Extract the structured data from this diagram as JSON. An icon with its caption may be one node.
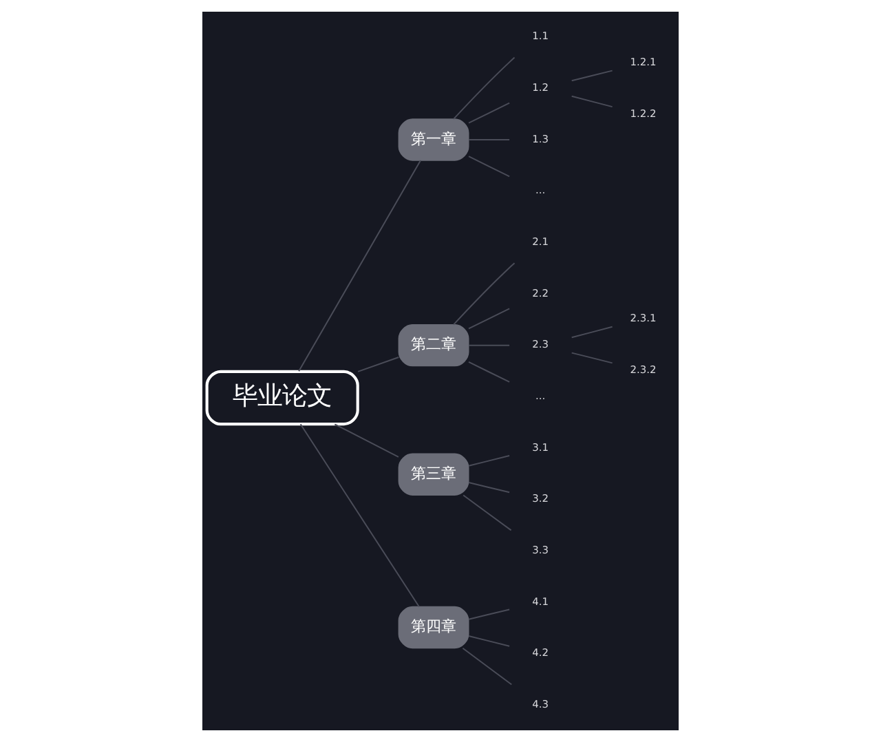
{
  "diagram": {
    "nodes": [
      {
        "text": [
          "毕业论文"
        ]
      },
      {
        "text": [
          "第一章"
        ]
      },
      {
        "text": [
          "1.1"
        ]
      },
      {
        "text": [
          "1.2"
        ]
      },
      {
        "text": [
          "1.2.1"
        ]
      },
      {
        "text": [
          "1.2.2"
        ]
      },
      {
        "text": [
          "1.3"
        ]
      },
      {
        "text": [
          "..."
        ]
      },
      {
        "text": [
          "第二章"
        ]
      },
      {
        "text": [
          "2.1"
        ]
      },
      {
        "text": [
          "2.2"
        ]
      },
      {
        "text": [
          "2.3"
        ]
      },
      {
        "text": [
          "2.3.1"
        ]
      },
      {
        "text": [
          "2.3.2"
        ]
      },
      {
        "text": [
          "..."
        ]
      },
      {
        "text": [
          "第三章"
        ]
      },
      {
        "text": [
          "3.1"
        ]
      },
      {
        "text": [
          "3.2"
        ]
      },
      {
        "text": [
          "3.3"
        ]
      },
      {
        "text": [
          "第四章"
        ]
      },
      {
        "text": [
          "4.1"
        ]
      },
      {
        "text": [
          "4.2"
        ]
      },
      {
        "text": [
          "4.3"
        ]
      }
    ],
    "edges": [
      {
        "from": 0,
        "to": 1,
        "arrow": "none"
      },
      {
        "from": 1,
        "to": 2,
        "arrow": "none"
      },
      {
        "from": 1,
        "to": 3,
        "arrow": "none"
      },
      {
        "from": 3,
        "to": 4,
        "arrow": "none"
      },
      {
        "from": 3,
        "to": 5,
        "arrow": "none"
      },
      {
        "from": 1,
        "to": 6,
        "arrow": "none"
      },
      {
        "from": 1,
        "to": 7,
        "arrow": "none"
      },
      {
        "from": 0,
        "to": 8,
        "arrow": "none"
      },
      {
        "from": 8,
        "to": 9,
        "arrow": "none"
      },
      {
        "from": 8,
        "to": 10,
        "arrow": "none"
      },
      {
        "from": 8,
        "to": 11,
        "arrow": "none"
      },
      {
        "from": 11,
        "to": 12,
        "arrow": "none"
      },
      {
        "from": 11,
        "to": 13,
        "arrow": "none"
      },
      {
        "from": 8,
        "to": 14,
        "arrow": "none"
      },
      {
        "from": 0,
        "to": 15,
        "arrow": "none"
      },
      {
        "from": 15,
        "to": 16,
        "arrow": "none"
      },
      {
        "from": 15,
        "to": 17,
        "arrow": "none"
      },
      {
        "from": 15,
        "to": 18,
        "arrow": "none"
      },
      {
        "from": 0,
        "to": 19,
        "arrow": "none"
      },
      {
        "from": 19,
        "to": 20,
        "arrow": "none"
      },
      {
        "from": 19,
        "to": 21,
        "arrow": "none"
      },
      {
        "from": 19,
        "to": 22,
        "arrow": "none"
      }
    ]
  }
}
